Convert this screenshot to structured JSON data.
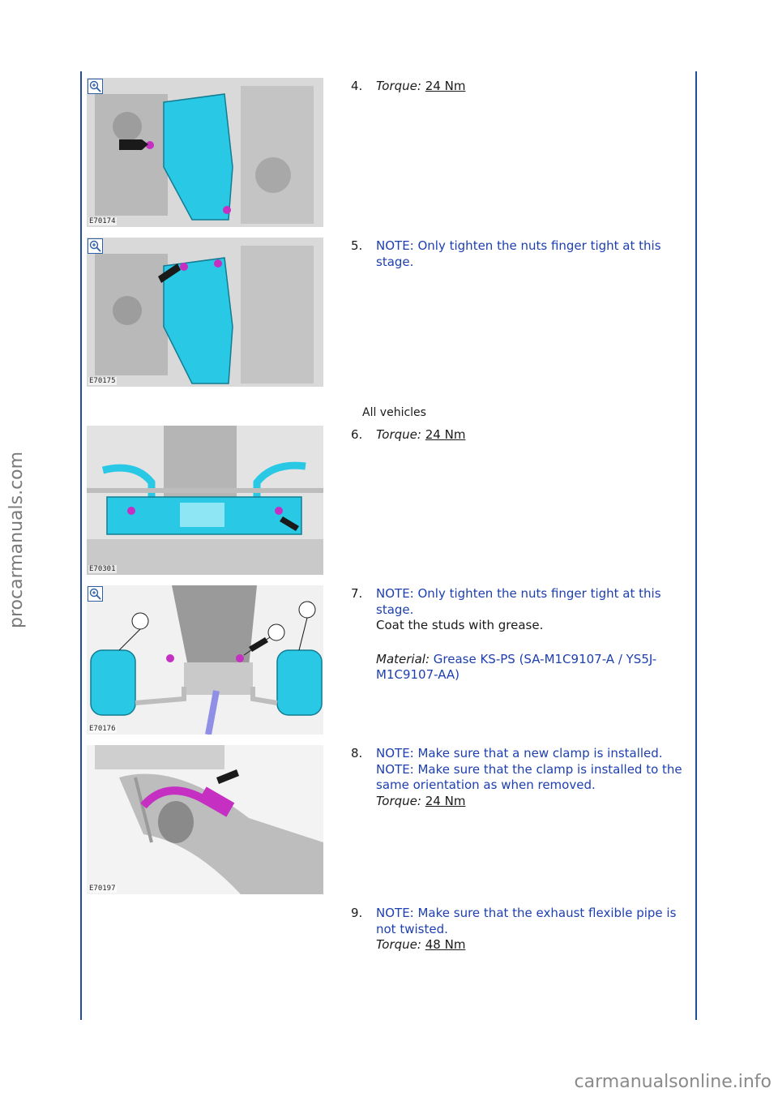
{
  "watermarks": {
    "left": "procarmanuals.com",
    "bottom": "carmanualsonline.info"
  },
  "colors": {
    "rule": "#1f4e9c",
    "note_text": "#1d3fb0",
    "part_cyan": "#29c9e6",
    "part_magenta": "#c52fc2"
  },
  "zoom_icon": "magnify-plus-icon",
  "figures": [
    {
      "code": "E70174",
      "zoom": true
    },
    {
      "code": "E70175",
      "zoom": true
    },
    {
      "code": "E70301",
      "zoom": false
    },
    {
      "code": "E70176",
      "zoom": true
    },
    {
      "code": "E70197",
      "zoom": false
    }
  ],
  "section_label": "All vehicles",
  "steps": {
    "s4": {
      "number": "4.",
      "torque_label": "Torque:",
      "torque_value": "24 Nm"
    },
    "s5": {
      "number": "5.",
      "note": "NOTE: Only tighten the nuts finger tight at this stage."
    },
    "s6": {
      "number": "6.",
      "torque_label": "Torque:",
      "torque_value": "24 Nm"
    },
    "s7": {
      "number": "7.",
      "note": "NOTE: Only tighten the nuts finger tight at this stage.",
      "instruction": "Coat the studs with grease.",
      "material_label": "Material:",
      "material_value": "Grease KS-PS (SA-M1C9107-A / YS5J-M1C9107-AA)"
    },
    "s8": {
      "number": "8.",
      "note1": "NOTE: Make sure that a new clamp is installed.",
      "note2": "NOTE: Make sure that the clamp is installed to the same orientation as when removed.",
      "torque_label": "Torque:",
      "torque_value": "24 Nm"
    },
    "s9": {
      "number": "9.",
      "note": "NOTE: Make sure that the exhaust flexible pipe is not twisted.",
      "torque_label": "Torque:",
      "torque_value": "48 Nm"
    }
  }
}
